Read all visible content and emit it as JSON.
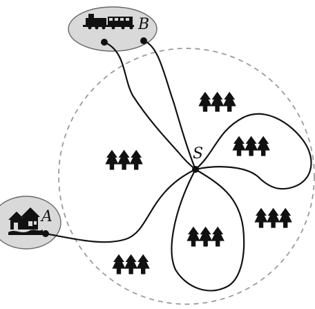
{
  "labels": {
    "a": "A",
    "b": "B",
    "s": "S"
  },
  "icons": {
    "factory": "train-icon",
    "houses": "houses-icon",
    "forest": "tree-icon"
  },
  "colors": {
    "ellipse_fill": "#d9d9d9",
    "boundary": "#9a9a9a",
    "ink": "#111111"
  }
}
